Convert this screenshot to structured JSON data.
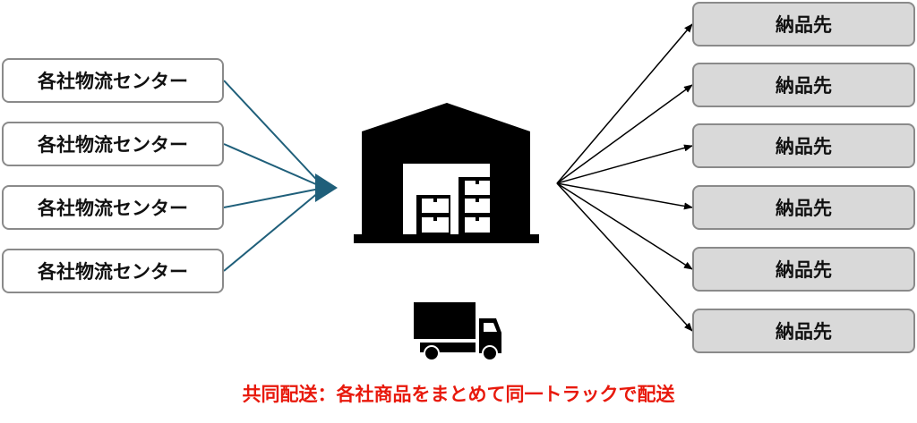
{
  "sources": [
    {
      "label": "各社物流センター"
    },
    {
      "label": "各社物流センター"
    },
    {
      "label": "各社物流センター"
    },
    {
      "label": "各社物流センター"
    }
  ],
  "destinations": [
    {
      "label": "納品先"
    },
    {
      "label": "納品先"
    },
    {
      "label": "納品先"
    },
    {
      "label": "納品先"
    },
    {
      "label": "納品先"
    },
    {
      "label": "納品先"
    }
  ],
  "caption": "共同配送：各社商品をまとめて同一トラックで配送",
  "colors": {
    "inbound_arrow": "#1f5f7a",
    "outbound_arrow": "#000000",
    "caption": "#e8190c",
    "destination_fill": "#d9d9d9"
  }
}
